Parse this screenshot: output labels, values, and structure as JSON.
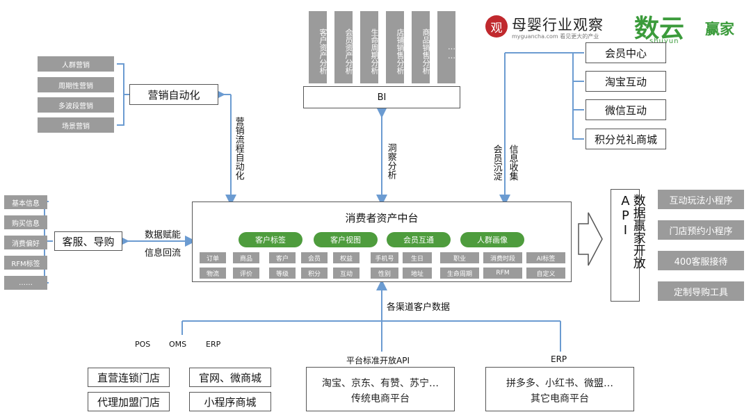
{
  "logos": {
    "guancha_mark": "观",
    "guancha_name": "母婴行业观察",
    "guancha_sub": "myguancha.com 看见更大的产业",
    "shuyun_name": "数云",
    "shuyun_sub": "shuyun",
    "yingjia": "赢家"
  },
  "bi": {
    "label": "BI",
    "tabs": [
      "客户资产分析",
      "会员资产分析",
      "生命周期分析",
      "店铺销售分析",
      "商品销售分析",
      "……"
    ]
  },
  "marketing": {
    "title": "营销自动化",
    "items": [
      "人群营销",
      "周期性营销",
      "多波段营销",
      "场景营销"
    ],
    "flow_label": "营销流程自动化"
  },
  "insight_label": "洞察分析",
  "member": {
    "items": [
      "会员中心",
      "淘宝互动",
      "微信互动",
      "积分兑礼商城"
    ],
    "label_left": "会员沉淀",
    "label_right": "信息收集"
  },
  "core": {
    "title": "消费者资产中台",
    "pills": [
      "客户标签",
      "客户视图",
      "会员互通",
      "人群画像"
    ],
    "cells": [
      [
        "订单",
        "商品",
        "客户",
        "会员",
        "权益",
        "手机号",
        "生日",
        "职业",
        "消费时段",
        "AI标签"
      ],
      [
        "物流",
        "评价",
        "等级",
        "积分",
        "互动",
        "性别",
        "地址",
        "生命周期",
        "RFM",
        "自定义"
      ]
    ]
  },
  "service": {
    "title": "客服、导购",
    "items": [
      "基本信息",
      "购买信息",
      "消费偏好",
      "RFM标签",
      "……"
    ],
    "label_top": "数据赋能",
    "label_bottom": "信息回流"
  },
  "open_api": {
    "label": "数据赢家开放API",
    "items": [
      "互动玩法小程序",
      "门店预约小程序",
      "400客服接待",
      "定制导购工具"
    ]
  },
  "channels": {
    "label": "各渠道客户数据",
    "tags": [
      "POS",
      "OMS",
      "ERP"
    ],
    "stores": [
      "直营连锁门店",
      "官网、微商城",
      "代理加盟门店",
      "小程序商城"
    ],
    "platform_label": "平台标准开放API",
    "platform_line1": "淘宝、京东、有赞、苏宁…",
    "platform_line2": "传统电商平台",
    "erp_label": "ERP",
    "other_line1": "拼多多、小红书、微盟…",
    "other_line2": "其它电商平台"
  },
  "colors": {
    "arrow": "#6b9bd1",
    "pill": "#4e9c3d",
    "gray": "#9b9b9b",
    "guancha_red": "#c0282d",
    "shuyun_green": "#3b9b3b"
  }
}
